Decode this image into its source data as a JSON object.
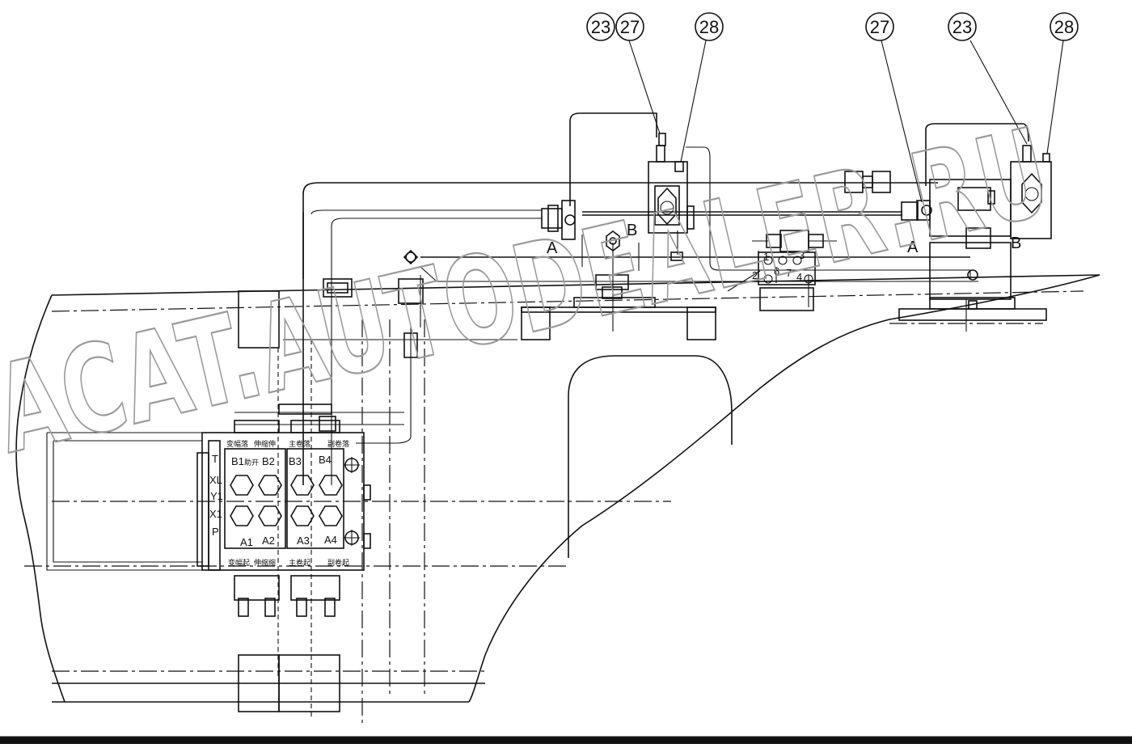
{
  "callouts": {
    "left_23": "23",
    "left_27": "27",
    "left_28": "28",
    "right_27": "27",
    "right_23": "23",
    "right_28": "28"
  },
  "ports": {
    "left_A": "A",
    "left_B": "B",
    "right_A": "A",
    "right_B": "B"
  },
  "distributor_numbers": {
    "n1": "1",
    "n2": "2",
    "n3": "3",
    "n4": "4",
    "n6": "6",
    "n7": "7"
  },
  "valve_block": {
    "port_T": "T",
    "port_XL": "XL",
    "port_Y1": "Y1",
    "port_X1": "X1",
    "port_P": "P",
    "top_labels": [
      "变幅落",
      "伸缩伸",
      "主卷落",
      "副卷落"
    ],
    "bottom_labels": [
      "变幅起",
      "伸缩缩",
      "主卷起",
      "副卷起"
    ],
    "b_ports": [
      "B1",
      "B2",
      "B3",
      "B4"
    ],
    "b1_suffix": "助开",
    "a_ports": [
      "A1",
      "A2",
      "A3",
      "A4"
    ]
  },
  "watermark": "ACAT.AUTODEALER.RU"
}
